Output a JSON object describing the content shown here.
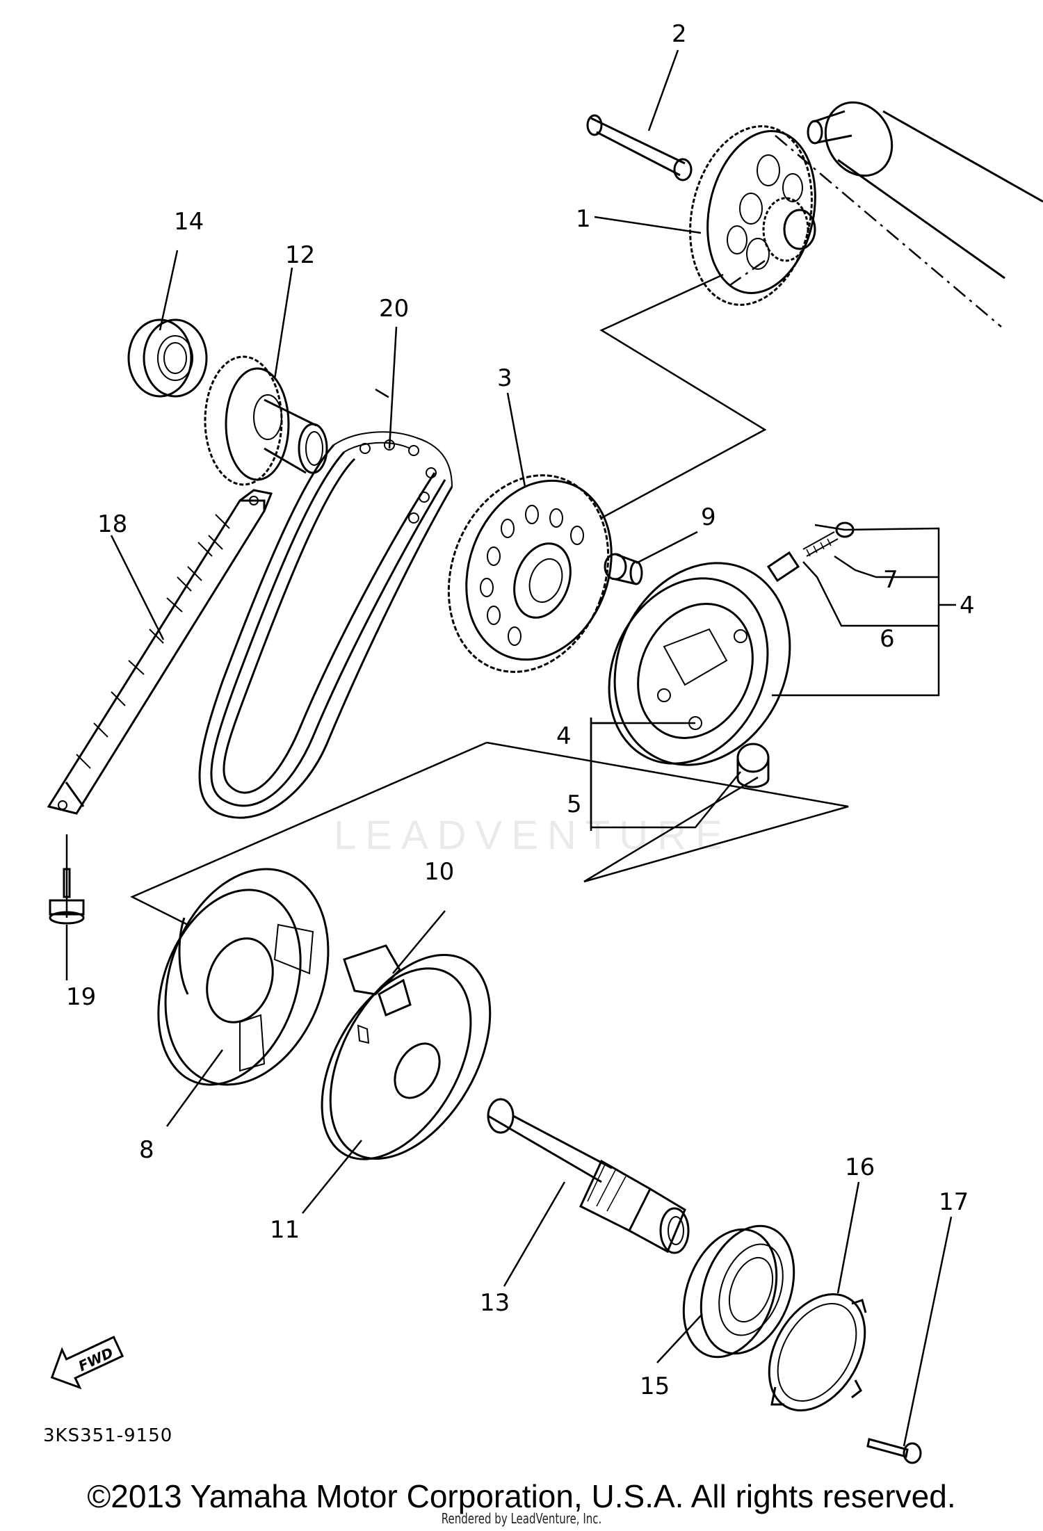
{
  "diagram": {
    "callouts": [
      {
        "id": "c1",
        "label": "1"
      },
      {
        "id": "c2",
        "label": "2"
      },
      {
        "id": "c3",
        "label": "3"
      },
      {
        "id": "c4a",
        "label": "4"
      },
      {
        "id": "c4b",
        "label": "4"
      },
      {
        "id": "c5",
        "label": "5"
      },
      {
        "id": "c6",
        "label": "6"
      },
      {
        "id": "c7",
        "label": "7"
      },
      {
        "id": "c8",
        "label": "8"
      },
      {
        "id": "c9",
        "label": "9"
      },
      {
        "id": "c10",
        "label": "10"
      },
      {
        "id": "c11",
        "label": "11"
      },
      {
        "id": "c12",
        "label": "12"
      },
      {
        "id": "c13",
        "label": "13"
      },
      {
        "id": "c14",
        "label": "14"
      },
      {
        "id": "c15",
        "label": "15"
      },
      {
        "id": "c16",
        "label": "16"
      },
      {
        "id": "c17",
        "label": "17"
      },
      {
        "id": "c18",
        "label": "18"
      },
      {
        "id": "c19",
        "label": "19"
      },
      {
        "id": "c20",
        "label": "20"
      }
    ],
    "fwd_label": "FWD"
  },
  "footer": {
    "diagram_code": "3KS351-9150",
    "copyright": "©2013 Yamaha Motor Corporation, U.S.A. All rights reserved.",
    "rendered_by": "Rendered by LeadVenture, Inc."
  },
  "watermark": {
    "text": "LEADVENTURE"
  }
}
